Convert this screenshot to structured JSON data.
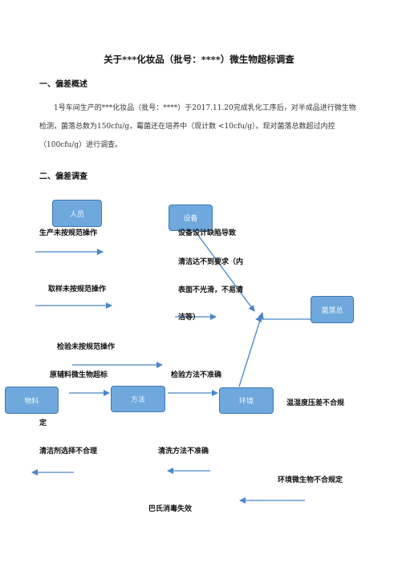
{
  "title": "关于***化妆品（批号：****）微生物超标调查",
  "section1": {
    "heading": "一、偏差概述",
    "paragraph": "1号车间生产的***化妆品（批号：****）于2017.11.20完成乳化工序后，对半成品进行微生物检测，菌落总数为150cfu/g，霉菌还在培养中（现计数 <10cfu/g）。现对菌落总数超过内控（100cfu/g）进行调查。"
  },
  "section2": {
    "heading": "二、偏差调查"
  },
  "diagram": {
    "boxes": {
      "personnel": "人员",
      "equipment": "设备",
      "colony": "菌落总",
      "material": "物料",
      "method": "方法",
      "environment": "环境"
    },
    "labels": {
      "p1": "生产未按规范操作",
      "p2": "取样未按规范操作",
      "p3": "检验未按规范操作",
      "e1": "设备设计缺陷导致",
      "e2": "清洁达不到要求（内",
      "e3": "表面不光滑，不易清",
      "e4": "洁等）",
      "m1": "原辅料微生物超标",
      "me1": "检验方法不准确",
      "env1": "温湿度压差不合规",
      "env1b": "定",
      "c1": "清洁剂选择不合理",
      "c2": "清洗方法不准确",
      "env2": "环境微生物不合规定",
      "past": "巴氏消毒失效"
    }
  },
  "colors": {
    "box": "#6fa8dc",
    "arrow": "#4a86c8"
  }
}
